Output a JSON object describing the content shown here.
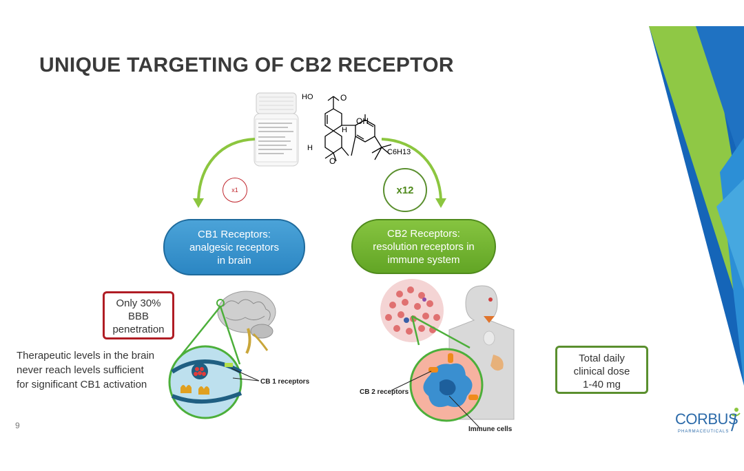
{
  "slide": {
    "title": "UNIQUE TARGETING OF CB2 RECEPTOR",
    "page_number": "9"
  },
  "multipliers": {
    "cb1": "x1",
    "cb2": "x12"
  },
  "cb1": {
    "lines": [
      "CB1 Receptors:",
      "analgesic receptors",
      "in brain"
    ],
    "receptor_label": "CB 1 receptors"
  },
  "cb2": {
    "lines": [
      "CB2 Receptors:",
      "resolution receptors in",
      "immune system"
    ],
    "receptor_label": "CB 2 receptors",
    "cells_label": "Immune cells"
  },
  "bbb_note": [
    "Only 30%",
    "BBB",
    "penetration"
  ],
  "therapeutic_note": [
    "Therapeutic levels in the brain",
    "never reach levels sufficient",
    "for significant CB1 activation"
  ],
  "dose_note": [
    "Total daily",
    "clinical dose",
    "1-40 mg"
  ],
  "molecule": {
    "labels": [
      "HO",
      "O",
      "OH",
      "H",
      "H",
      "O",
      "C6H13"
    ]
  },
  "logo": {
    "name": "CORBUS",
    "tagline": "PHARMACEUTICALS"
  },
  "colors": {
    "cb1_blue": "#2b86c3",
    "cb2_green": "#62a525",
    "alert_red": "#b01c24",
    "dose_green": "#5a8f2e",
    "title_gray": "#3a3a3a"
  }
}
